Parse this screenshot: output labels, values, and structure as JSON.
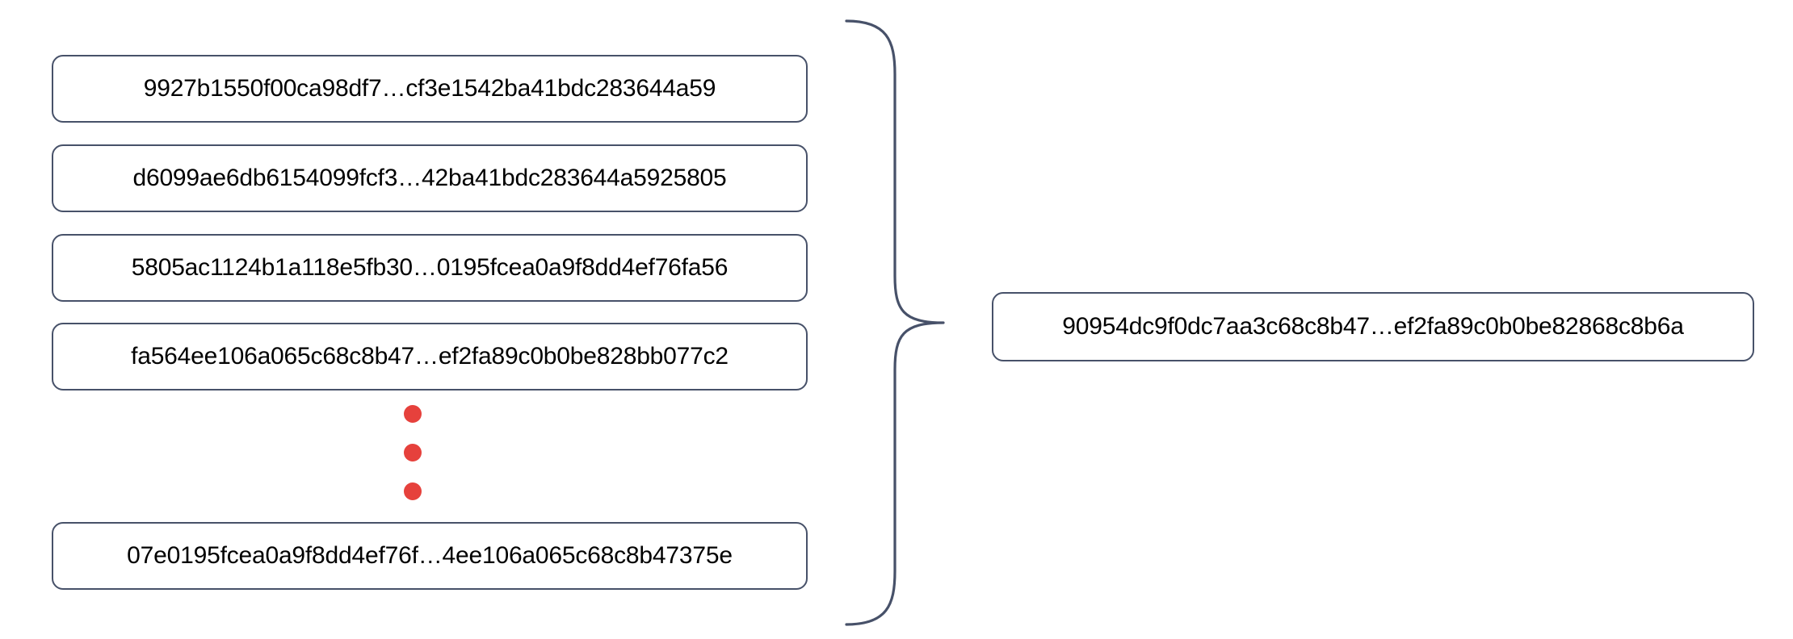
{
  "diagram": {
    "type": "aggregation-brace",
    "accent_color": "#e6413c",
    "border_color": "#475169",
    "text_color": "#000000",
    "background_color": "#ffffff",
    "inputs": [
      {
        "label": "9927b1550f00ca98df7…cf3e1542ba41bdc283644a59"
      },
      {
        "label": "d6099ae6db6154099fcf3…42ba41bdc283644a5925805"
      },
      {
        "label": "5805ac1124b1a118e5fb30…0195fcea0a9f8dd4ef76fa56"
      },
      {
        "label": "fa564ee106a065c68c8b47…ef2fa89c0b0be828bb077c2"
      },
      {
        "label": "07e0195fcea0a9f8dd4ef76f…4ee106a065c68c8b47375e"
      }
    ],
    "ellipsis": {
      "icon": "vertical-ellipsis-icon",
      "dot_count": 3
    },
    "brace": {
      "icon": "curly-brace-right-icon"
    },
    "output": {
      "label": "90954dc9f0dc7aa3c68c8b47…ef2fa89c0b0be82868c8b6a"
    }
  }
}
